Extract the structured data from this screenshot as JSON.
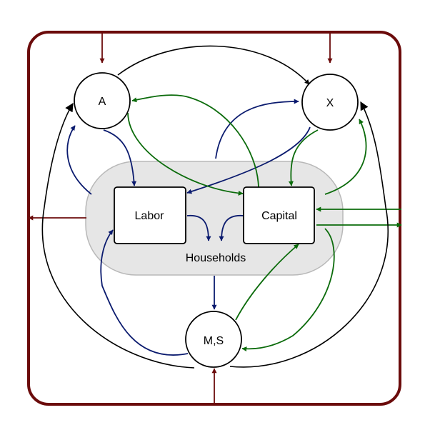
{
  "diagram": {
    "nodes": {
      "a": "A",
      "x": "X",
      "labor": "Labor",
      "capital": "Capital",
      "households": "Households",
      "ms": "M,S"
    },
    "colors": {
      "border": "#6b0b0b",
      "navy": "#0a1a6e",
      "green": "#0b6b0b",
      "black": "#000000",
      "households_fill": "#e6e6e6",
      "households_stroke": "#b8b8b8"
    }
  }
}
